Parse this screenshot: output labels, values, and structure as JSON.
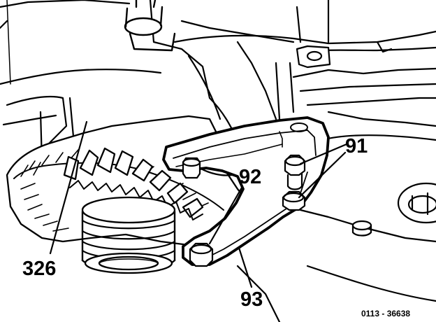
{
  "callouts": {
    "c326": "326",
    "c92": "92",
    "c91": "91",
    "c93": "93"
  },
  "reference": "0113 - 36638",
  "colors": {
    "ink": "#000000",
    "paper": "#ffffff"
  }
}
